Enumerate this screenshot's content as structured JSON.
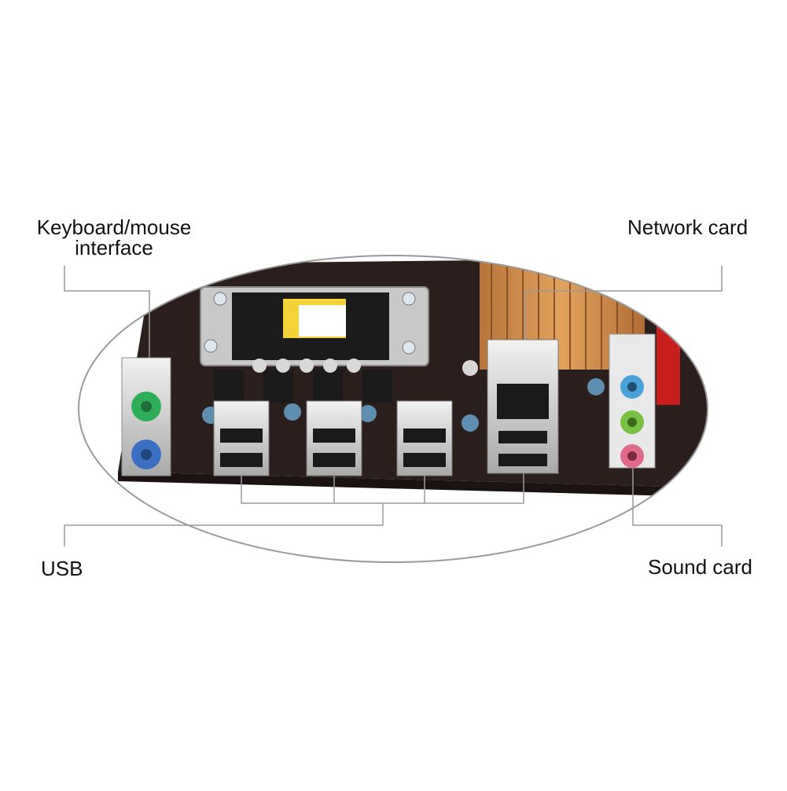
{
  "labels": {
    "keyboard_mouse_line1": "Keyboard/mouse",
    "keyboard_mouse_line2": "interface",
    "network_card": "Network card",
    "usb": "USB",
    "sound_card": "Sound card"
  },
  "colors": {
    "board": "#2a1f1c",
    "heatsink": "#c9894a",
    "ps2_keyboard": "#2fae5a",
    "ps2_mouse": "#3b6fc4",
    "audio_blue": "#4aa3d8",
    "audio_green": "#7ac043",
    "audio_pink": "#e06a8a",
    "pcie_slot": "#c81e1e",
    "callout_line": "#9a9a9a"
  }
}
